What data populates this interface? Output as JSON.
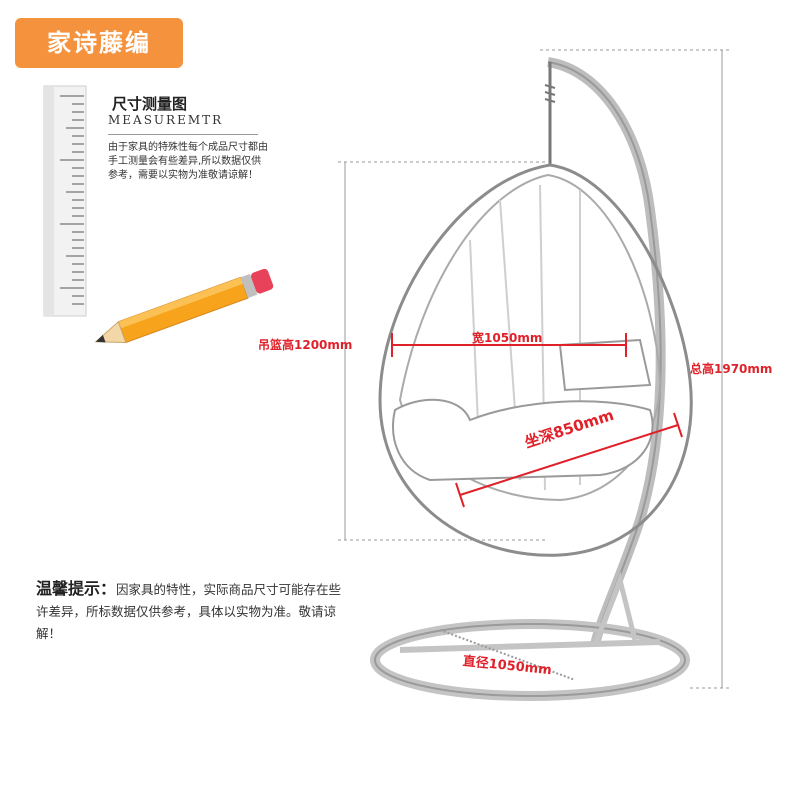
{
  "brand": {
    "name": "家诗藤编",
    "bg_color": "#f5923e"
  },
  "measure": {
    "title": "尺寸测量图",
    "subtitle": "MEASUREMTR",
    "note": "由于家具的特殊性每个成品尺寸都由手工测量会有些差异,所以数据仅供参考，需要以实物为准敬请谅解！"
  },
  "tip": {
    "label": "温馨提示：",
    "text": "因家具的特性，实际商品尺寸可能存在些许差异，所标数据仅供参考，具体以实物为准。敬请谅解！"
  },
  "dimensions": {
    "basket_height": "吊篮高1200mm",
    "width": "宽1050mm",
    "total_height": "总高1970mm",
    "seat_depth": "坐深850mm",
    "base_diameter": "直径1050mm"
  },
  "colors": {
    "accent_red": "#e0212a",
    "pencil_orange": "#f7a41c",
    "eraser_pink": "#e8425a"
  },
  "icons": [
    "ruler-icon",
    "pencil-icon",
    "hanging-chair-illustration"
  ]
}
